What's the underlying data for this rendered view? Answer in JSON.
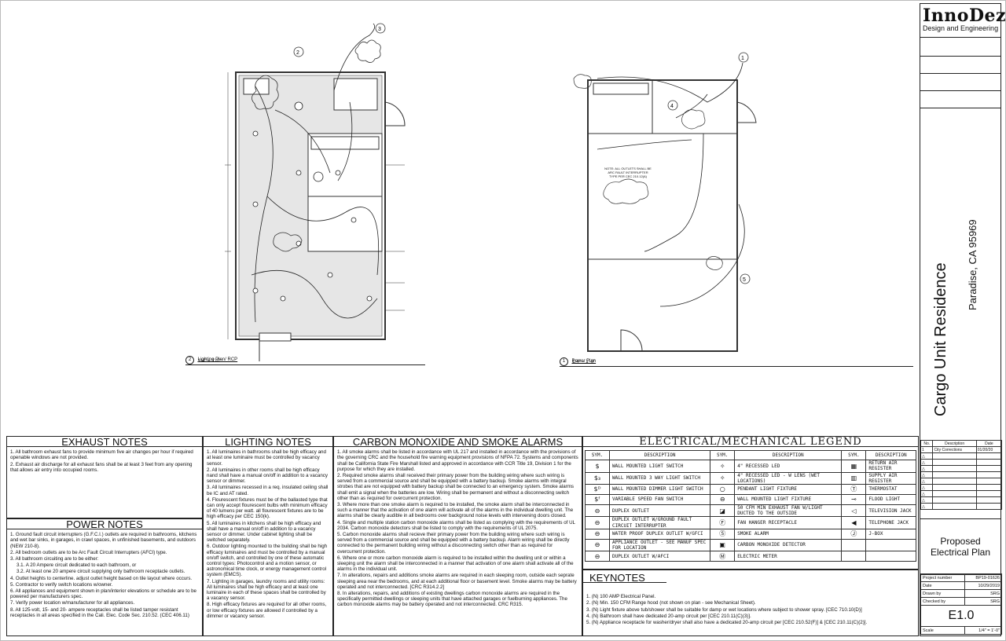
{
  "title_block": {
    "logo": "InnoDez",
    "logo_sub": "Design and Engineering",
    "project": "Cargo Unit Residence",
    "location": "Paradise, CA 95969",
    "sheet_title": "Proposed Electrical Plan",
    "revisions": {
      "headers": [
        "No.",
        "Description",
        "Date"
      ],
      "rows": [
        [
          "1",
          "City Corrections",
          "01/20/20"
        ]
      ]
    },
    "info": [
      {
        "label": "Project number",
        "value": "BP19-01626"
      },
      {
        "label": "Date",
        "value": "10/29/2019"
      },
      {
        "label": "Drawn by",
        "value": "SRG"
      },
      {
        "label": "Checked by",
        "value": "SRG"
      }
    ],
    "sheet_number": "E1.0",
    "scale_label": "Scale",
    "scale": "1/4\" = 1'-0\""
  },
  "plans": {
    "lighting": {
      "number": "2",
      "title": "Lighting Plan/ RCP",
      "scale": "1/4\" = 1'-0\""
    },
    "power": {
      "number": "1",
      "title": "Power Plan",
      "scale": "1/4\" = 1'-0\""
    },
    "callouts": [
      "1",
      "2",
      "3",
      "4",
      "5"
    ]
  },
  "exhaust_notes": {
    "title": "EXHAUST NOTES",
    "items": [
      "1. All bathroom exhaust fans to provide minimum five air changes per hour if required openable windows are not provided.",
      "2. Exhaust air discharge for all exhaust fans shall be at least 3 feet from any opening that allows air entry into occupied rooms."
    ]
  },
  "power_notes": {
    "title": "POWER NOTES",
    "items": [
      "1. Ground fault circuit interrupters (G.F.C.I.) outlets are required in bathrooms, kitchens and wet bar sinks, in garages, in crawl spaces, in unfinished basements, and outdoors (NEW 210-8).",
      "2. All bedroom outlets are to be Arc Fault Circuit Interrupters (AFCI) type.",
      "3. All bathroom circuiting are to be either:",
      "3.1. A 20 Ampere circuit dedicated to each bathroom, or",
      "3.2. At least one 20 ampere circuit supplying only bathroom receptacle outlets.",
      "4. Outlet heights to centerline. adjust outlet height based on tile layout where occurs.",
      "5. Contractor to verify switch locations w/owner.",
      "6. All appliances and equipment shown in plan/interior elevations or schedule are to be powered per manufacturers spec.",
      "7. Verify power location w/manufacturer for all appliances.",
      "8. All 125-volt, 15- and 20- ampere receptacles shall be listed tamper resistant receptacles in all areas specified in the Cali. Elec. Code Sec. 210.52. (CEC 406.11)"
    ]
  },
  "lighting_notes": {
    "title": "LIGHTING NOTES",
    "items": [
      "1. All luminaires in bathrooms shall be high efficacy and at least one luminaire must be controlled by vacancy sensor.",
      "2. All luminaires in other rooms shall be high efficacy nand shall have a manual on/off in addition to a vacancy sensor or dimmer.",
      "3. All luminaires recessed in a req. insulated ceiling shall be IC and AT rated.",
      "4. Flourescent fixtures must be of the ballasted type that can only accept flourescent bulbs with minimum efficacy of 40 lumens per watt. all flourescent fixtures are to be high efficacy per CEC 150(k).",
      "5. All luminaires in kitchens shall be high efficacy and shall have a manual on/off in addition to a vacancy sensor or dimmer. Under cabinet lighting shall be switched separately.",
      "6. Outdoor lighting mounted to the building shall be high efficacy luminaires and must be controlled by a manual on/off switch, and controlled by one of these automatic control types: Photocontrol and a motion sensor, or astronomical time clock, or energy management control system (EMCS).",
      "7. Lighting in garages, laundry rooms and utility rooms: All luminaires shall be high efficacy and at least one luminaire in each of these spaces shall be controlled by a vacancy sensor.",
      "8. High efficacy fixtures are required for all other rooms, or low efficacy fixtures are allowed if controlled by a dimmer or vacancy sensor."
    ]
  },
  "co_notes": {
    "title": "CARBON MONOXIDE AND SMOKE ALARMS",
    "items": [
      "1. All smoke alarms shall be listed in accordance with UL 217 and installed in accordance with the provisions of the governing CRC and the household fire warning equipment provisions of NFPA 72. Systems and components shall be California State Fire Marshall listed and approved in accordance with CCR Title 19, Division 1 for the purpose for which they are installed.",
      "2. Required smoke alarms shall received their primary power from the building wiring where such wiring is served from a commercial source and shall be equipped with a battery backup. Smoke alarms with integral strobes that are not equipped with battery backup shall be connected to an emergency system. Smoke alarms shall emit a signal when the batteries are low. Wiring shall be permanent and without a disconnecting switch other than as required for overcurrent protection.",
      "3. Where more than one smoke alarm is required to be installed, the smoke alarm shall be interconnected in such a manner that the activation of one alarm will activate all of the alarms in the individual dwelling unit. The alarms shall be clearly audible in all bedrooms over background noise levels with intervening doors closed.",
      "4. Single and multiple station carbon monoxide alarms shall be listed as complying with the requirements of UL 2034. Carbon monoxide detectors shall be listed to comply with the requirements of UL 2075.",
      "5. Carbon monoxide alarms shall recieve their primary power from the building wiring where such wiring is served from a commercial source and shall be equipped with a battery backup. Alarm wiring shall be directly connected to the permanent building wiring without a disconnecting switch other than as required for overcurrent protection.",
      "6. Where one or more carbon monoxide alarm is required to be installed within the dwelling unit or within a sleeping unit the alarm shall be interconnected in a manner that activation of one alarm shall activate all of the alarms in the individual unit.",
      "7. In alterations, repairs and additions smoke alarms are required in each sleeping room, outside each seprate sleeping area near the bedrooms, and at each additional floor or basement level. Smoke alarms may be battery operated and not interconnected. [CRC R314.2.2]",
      "8. In alterations, repairs, and additions of existing dwellings carbon monoxide alarms are required in the specifically permitted dwellings or sleeping units that have attached garages or fuelburning appliances. The carbon monoxide alarms may be battery operated and not interconnected. CRC R315."
    ]
  },
  "legend": {
    "title": "ELECTRICAL/MECHANICAL LEGEND",
    "headers": [
      "SYM.",
      "DESCRIPTION",
      "SYM.",
      "DESCRIPTION",
      "SYM.",
      "DESCRIPTION"
    ],
    "rows": [
      [
        {
          "sym": "$",
          "desc": "WALL MOUNTED LIGHT SWITCH"
        },
        {
          "sym": "✧",
          "desc": "4\" RECESSED LED"
        },
        {
          "sym": "▦",
          "desc": "RETURN AIR REGISTER"
        }
      ],
      [
        {
          "sym": "$₃",
          "desc": "WALL MOUNTED 3 WAY LIGHT SWITCH"
        },
        {
          "sym": "✧",
          "desc": "4\" RECESSED LED - W LENS (WET LOCATIONS)"
        },
        {
          "sym": "▥",
          "desc": "SUPPLY AIR REGISTER"
        }
      ],
      [
        {
          "sym": "$ᴰ",
          "desc": "WALL MOUNTED DIMMER LIGHT SWITCH"
        },
        {
          "sym": "○",
          "desc": "PENDANT LIGHT FIXTURE"
        },
        {
          "sym": "Ⓣ",
          "desc": "THERMOSTAT"
        }
      ],
      [
        {
          "sym": "$ᶠ",
          "desc": "VARIABLE SPEED FAN SWITCH"
        },
        {
          "sym": "⊖",
          "desc": "WALL MOUNTED LIGHT FIXTURE"
        },
        {
          "sym": "⊸",
          "desc": "FLOOD LIGHT"
        }
      ],
      [
        {
          "sym": "⊖",
          "desc": "DUPLEX OUTLET"
        },
        {
          "sym": "◪",
          "desc": "50 CFM MIN EXHAUST FAN W/LIGHT DUCTED TO THE OUTSIDE"
        },
        {
          "sym": "◁",
          "desc": "TELEVISION JACK"
        }
      ],
      [
        {
          "sym": "⊖",
          "desc": "DUPLEX OUTLET W/GROUND FAULT CIRCUIT INTERRUPTER"
        },
        {
          "sym": "Ⓕ",
          "desc": "FAN HANGER RECEPTACLE"
        },
        {
          "sym": "◀",
          "desc": "TELEPHONE JACK"
        }
      ],
      [
        {
          "sym": "⊖",
          "desc": "WATER PROOF DUPLEX OUTLET W/GFCI"
        },
        {
          "sym": "Ⓢ",
          "desc": "SMOKE ALARM"
        },
        {
          "sym": "Ⓙ",
          "desc": "J-BOX"
        }
      ],
      [
        {
          "sym": "⊖",
          "desc": "APPLIANCE OUTLET - SEE MANUF SPEC FOR LOCATION"
        },
        {
          "sym": "▣",
          "desc": "CARBON MONOXIDE DETECTOR"
        },
        {
          "sym": "",
          "desc": ""
        }
      ],
      [
        {
          "sym": "⊖",
          "desc": "DUPLEX OUTLET W/AFCI"
        },
        {
          "sym": "Ⓜ",
          "desc": "ELECTRIC METER"
        },
        {
          "sym": "",
          "desc": ""
        }
      ]
    ]
  },
  "keynotes": {
    "title": "KEYNOTES",
    "items": [
      "1. (N) 100 AMP Electrical Panel.",
      "2. (N) Min. 150 CFM Range hood (not shown on plan - see Mechanical Sheet).",
      "3. (N) Light fixture above tub/shower shall be suitable for damp or wet locations where subject to shower spray. [CEC 710.10(D)]",
      "4. (N) Bathroom shall have dedicated 20-amp circuit per [CEC 210.11(C)(3)].",
      "5. (N) Appliance receptacle for washer/dryer shall also have a dedicated 20-amp circuit per [CEC 210.52(F)] & [CEC 210.11(C)(2)]."
    ]
  },
  "cloud_note": "NOTE: ALL OUTLETS SHALL BE ARC FAULT INTERRUPTER TYPE PER CEC 210.12(A)"
}
